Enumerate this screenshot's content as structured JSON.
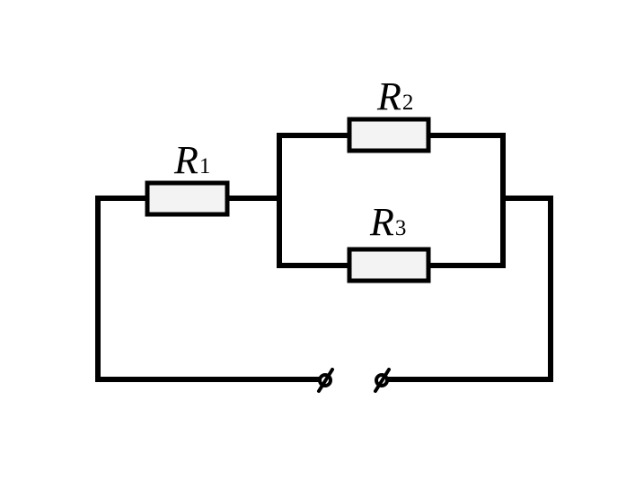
{
  "diagram": {
    "resistors": [
      {
        "id": "R1",
        "letter": "R",
        "subscript": "1"
      },
      {
        "id": "R2",
        "letter": "R",
        "subscript": "2"
      },
      {
        "id": "R3",
        "letter": "R",
        "subscript": "3"
      }
    ],
    "colors": {
      "wire": "#000000",
      "resistor_fill": "#f3f3f3",
      "background": "#ffffff"
    }
  }
}
